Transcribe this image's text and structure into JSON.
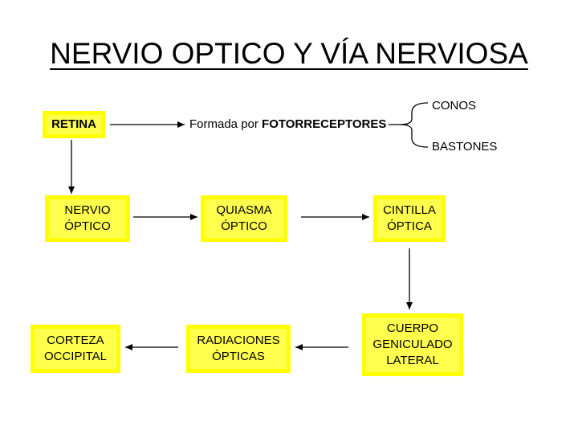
{
  "title": "NERVIO OPTICO Y VÍA NERVIOSA",
  "nodes": {
    "retina": "RETINA",
    "photoreceptors_prefix": "Formada por ",
    "photoreceptors_bold": "FOTORRECEPTORES",
    "conos": "CONOS",
    "bastones": "BASTONES",
    "nervio_optico": "NERVIO\nÓPTICO",
    "quiasma_optico": "QUIASMA\nÓPTICO",
    "cintilla_optica": "CINTILLA\nÓPTICA",
    "cuerpo_geniculado": "CUERPO\nGENICULADO\nLATERAL",
    "radiaciones_opticas": "RADIACIONES\nÓPTICAS",
    "corteza_occipital": "CORTEZA\nOCCIPITAL"
  },
  "colors": {
    "box_fill": "#ffff4d",
    "box_border": "#ffff00",
    "line": "#000000"
  }
}
